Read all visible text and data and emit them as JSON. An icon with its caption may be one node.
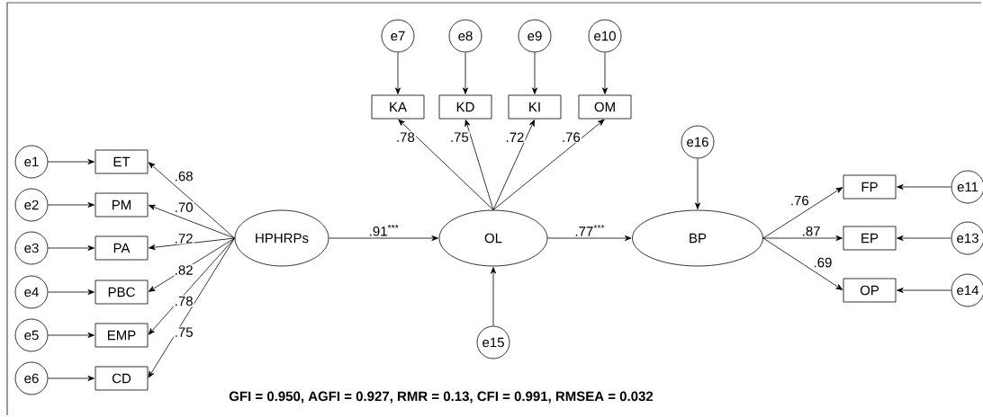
{
  "diagram": {
    "nodes": [
      {
        "text": [
          "e7"
        ]
      },
      {
        "text": [
          "e8"
        ]
      },
      {
        "text": [
          "e9"
        ]
      },
      {
        "text": [
          "e10"
        ]
      },
      {
        "text": [
          "KA"
        ]
      },
      {
        "text": [
          "KD"
        ]
      },
      {
        "text": [
          "KI"
        ]
      },
      {
        "text": [
          "OM"
        ]
      },
      {
        "text": [
          "e1"
        ]
      },
      {
        "text": [
          "ET"
        ]
      },
      {
        "text": [
          "e2"
        ]
      },
      {
        "text": [
          "PM"
        ]
      },
      {
        "text": [
          "e3"
        ]
      },
      {
        "text": [
          "PA"
        ]
      },
      {
        "text": [
          "e4"
        ]
      },
      {
        "text": [
          "PBC"
        ]
      },
      {
        "text": [
          "e5"
        ]
      },
      {
        "text": [
          "EMP"
        ]
      },
      {
        "text": [
          "e6"
        ]
      },
      {
        "text": [
          "CD"
        ]
      },
      {
        "text": [
          "HPHRPs"
        ]
      },
      {
        "text": [
          "OL"
        ]
      },
      {
        "text": [
          "e16"
        ]
      },
      {
        "text": [
          "BP"
        ]
      },
      {
        "text": [
          "FP"
        ]
      },
      {
        "text": [
          "e11"
        ]
      },
      {
        "text": [
          "EP"
        ]
      },
      {
        "text": [
          "e13"
        ]
      },
      {
        "text": [
          "OP"
        ]
      },
      {
        "text": [
          "e14"
        ]
      },
      {
        "text": [
          "e15"
        ]
      }
    ],
    "edges": [
      {
        "from": 0,
        "to": 4,
        "arrow": "to"
      },
      {
        "from": 1,
        "to": 5,
        "arrow": "to"
      },
      {
        "from": 2,
        "to": 6,
        "arrow": "to"
      },
      {
        "from": 3,
        "to": 7,
        "arrow": "to"
      },
      {
        "from": 8,
        "to": 9,
        "arrow": "to"
      },
      {
        "from": 10,
        "to": 11,
        "arrow": "to"
      },
      {
        "from": 12,
        "to": 13,
        "arrow": "to"
      },
      {
        "from": 14,
        "to": 15,
        "arrow": "to"
      },
      {
        "from": 16,
        "to": 17,
        "arrow": "to"
      },
      {
        "from": 18,
        "to": 19,
        "arrow": "to"
      },
      {
        "from": 20,
        "to": 9,
        "arrow": "to",
        "label": ".68"
      },
      {
        "from": 20,
        "to": 11,
        "arrow": "to",
        "label": ".70"
      },
      {
        "from": 20,
        "to": 13,
        "arrow": "to",
        "label": ".72"
      },
      {
        "from": 20,
        "to": 15,
        "arrow": "to",
        "label": ".82"
      },
      {
        "from": 20,
        "to": 17,
        "arrow": "to",
        "label": ".78"
      },
      {
        "from": 20,
        "to": 19,
        "arrow": "to",
        "label": ".75"
      },
      {
        "from": 21,
        "to": 4,
        "arrow": "to",
        "label": ".78"
      },
      {
        "from": 21,
        "to": 5,
        "arrow": "to",
        "label": ".75"
      },
      {
        "from": 21,
        "to": 6,
        "arrow": "to",
        "label": ".72"
      },
      {
        "from": 21,
        "to": 7,
        "arrow": "to",
        "label": ".76"
      },
      {
        "from": 20,
        "to": 21,
        "arrow": "to",
        "label": ".91$^{***}$"
      },
      {
        "from": 21,
        "to": 23,
        "arrow": "to",
        "label": ".77$^{***}$"
      },
      {
        "from": 22,
        "to": 23,
        "arrow": "to"
      },
      {
        "from": 30,
        "to": 21,
        "arrow": "to"
      },
      {
        "from": 23,
        "to": 24,
        "arrow": "to",
        "label": ".76"
      },
      {
        "from": 23,
        "to": 26,
        "arrow": "to",
        "label": ".87"
      },
      {
        "from": 23,
        "to": 28,
        "arrow": "to",
        "label": ".69"
      },
      {
        "from": 25,
        "to": 24,
        "arrow": "to"
      },
      {
        "from": 27,
        "to": 26,
        "arrow": "to"
      },
      {
        "from": 29,
        "to": 28,
        "arrow": "to"
      }
    ],
    "labels": [
      "GFI = 0.950, AGFI = 0.927, RMR = 0.13, CFI = 0.991, RMSEA = 0.032"
    ]
  }
}
